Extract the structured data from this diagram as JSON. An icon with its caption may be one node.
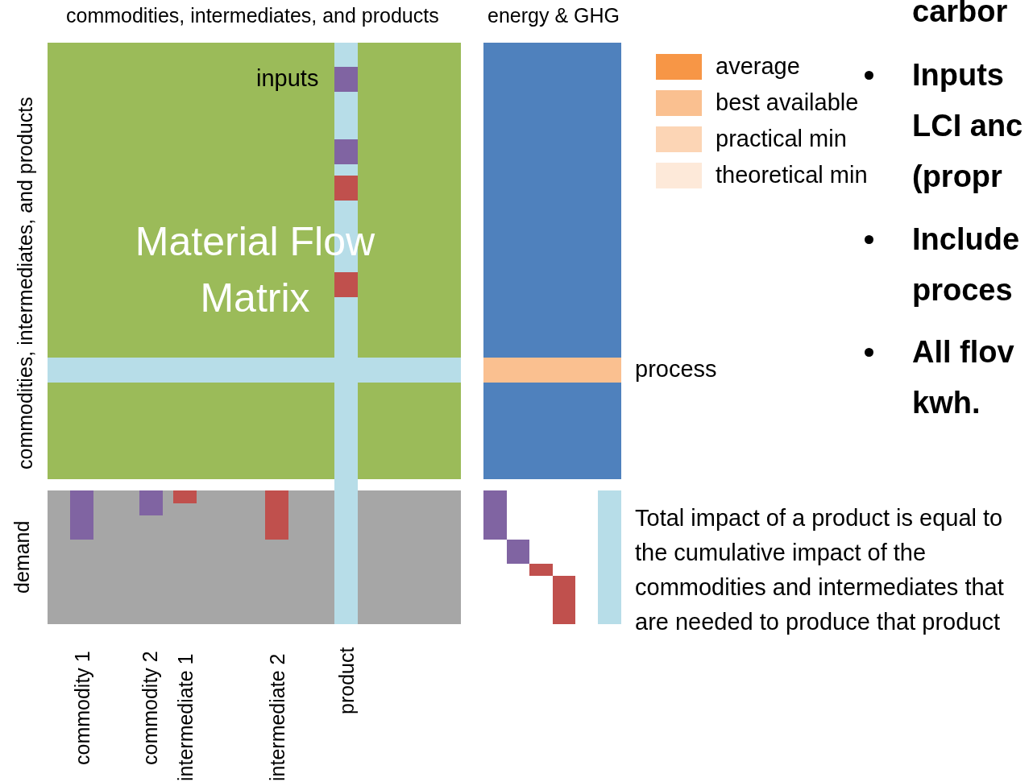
{
  "diagram": {
    "nodes": [
      {
        "text": [
          "Material Flow Matrix"
        ]
      }
    ],
    "edges": [],
    "labels": [
      "commodities, intermediates, and products",
      "energy & GHG",
      "carbor",
      "inputs",
      "Inputs LCI anc (propr",
      "commodities, intermediates, and products",
      "Include proces",
      "process",
      "All flov kwh.",
      "demand",
      "Total impact of a product is equal to the cumulative impact of the commodities and intermediates that are needed to produce that product",
      "commodity 1",
      "commodity 2",
      "intermediate 1",
      "intermediate 2",
      "product"
    ],
    "legend": [
      {
        "text": "average",
        "color": "#f79646"
      },
      {
        "text": "best available",
        "color": "#fac090"
      },
      {
        "text": "practical min",
        "color": "#fcd5b5"
      },
      {
        "text": "theoretical min",
        "color": "#fde9d9"
      }
    ]
  }
}
